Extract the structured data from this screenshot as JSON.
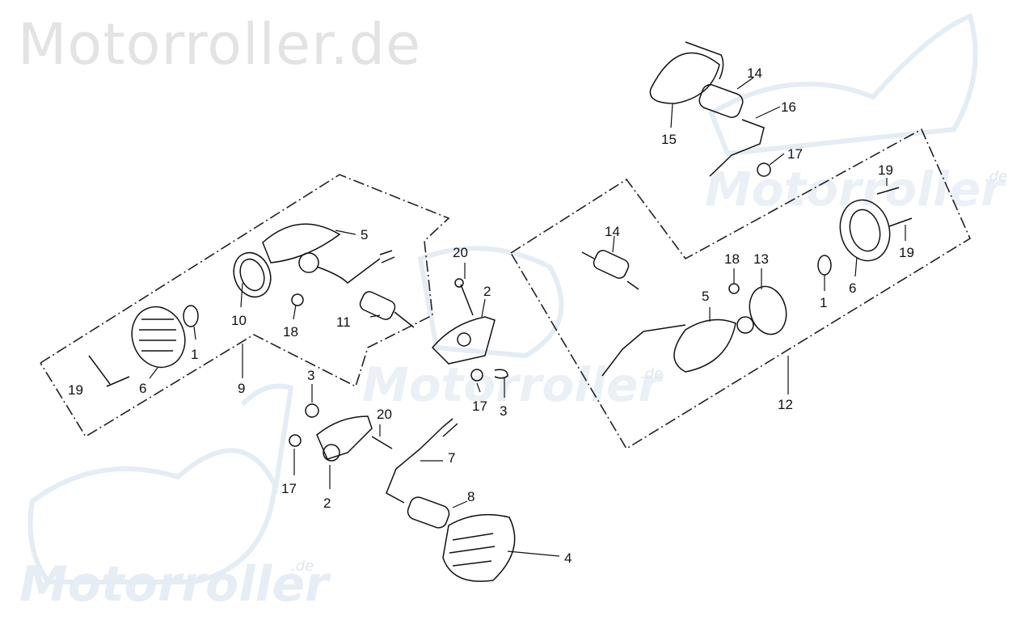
{
  "watermark": {
    "top": "Motorroller.de",
    "mid": "Motorroller",
    "right": "Motorroller",
    "bottom": "Motorroller",
    "suffix": ".de"
  },
  "callouts": {
    "l1": "1",
    "l2a": "2",
    "l2b": "2",
    "l3a": "3",
    "l3b": "3",
    "l4": "4",
    "l5a": "5",
    "l5b": "5",
    "l6a": "6",
    "l6b": "6",
    "l7": "7",
    "l8": "8",
    "l9": "9",
    "l10": "10",
    "l11": "11",
    "l12": "12",
    "l13": "13",
    "l14a": "14",
    "l14b": "14",
    "l15": "15",
    "l16": "16",
    "l17a": "17",
    "l17b": "17",
    "l17c": "17",
    "l18a": "18",
    "l18b": "18",
    "l19a": "19",
    "l19b": "19",
    "l19c": "19",
    "l20a": "20",
    "l20b": "20",
    "l1b": "1"
  }
}
